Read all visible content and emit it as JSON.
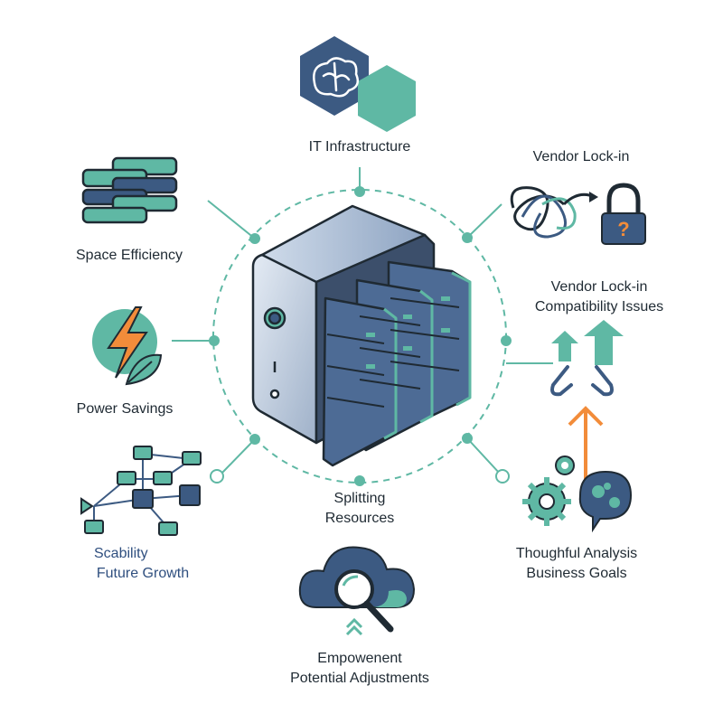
{
  "colors": {
    "navy": "#3c5a82",
    "teal": "#5fb8a4",
    "orange": "#f28c3a",
    "dark": "#1f2a33"
  },
  "nodes": {
    "top": {
      "label": "IT Infrastructure",
      "icon": "brain-hexagon-icon"
    },
    "top_left": {
      "label": "Space Efficiency",
      "icon": "stacked-servers-icon"
    },
    "mid_left": {
      "label": "Power Savings",
      "icon": "lightning-leaf-icon"
    },
    "bottom_left": {
      "line1": "Scability",
      "line2": "Future Growth",
      "icon": "network-cubes-icon"
    },
    "center_bottom": {
      "line1": "Splitting",
      "line2": "Resources"
    },
    "bottom": {
      "line1": "Empowenent",
      "line2": "Potential Adjustments",
      "icon": "cloud-magnifier-icon"
    },
    "top_right": {
      "label": "Vendor Lock-in",
      "icon": "tangled-lock-icon"
    },
    "mid_right": {
      "line1": "Vendor Lock-in",
      "line2": "Compatibility Issues",
      "icon": "arrows-up-icon"
    },
    "bottom_right": {
      "line1": "Thoughful Analysis",
      "line2": "Business Goals",
      "icon": "gears-bubble-icon"
    }
  }
}
